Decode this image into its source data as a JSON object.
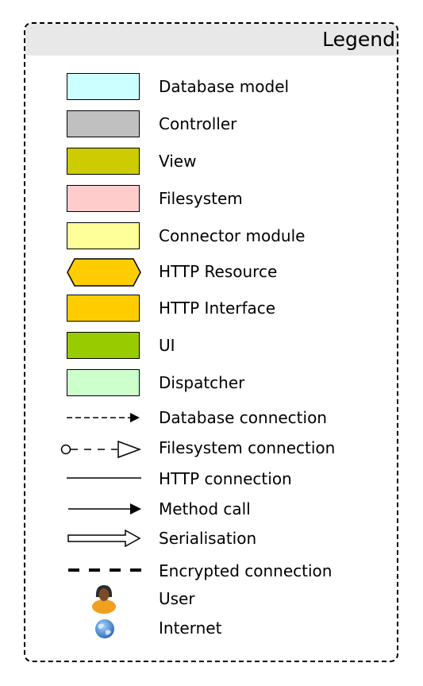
{
  "legend": {
    "title": "Legend",
    "boxes": [
      {
        "label": "Database model",
        "color": "#ccffff"
      },
      {
        "label": "Controller",
        "color": "#c0c0c0"
      },
      {
        "label": "View",
        "color": "#cccc00"
      },
      {
        "label": "Filesystem",
        "color": "#ffcccc"
      },
      {
        "label": "Connector module",
        "color": "#ffff99"
      },
      {
        "label": "HTTP Resource",
        "color": "#ffcc00"
      },
      {
        "label": "HTTP Interface",
        "color": "#ffcc00"
      },
      {
        "label": "UI",
        "color": "#99cc00"
      },
      {
        "label": "Dispatcher",
        "color": "#ccffcc"
      }
    ],
    "connections": [
      {
        "label": "Database connection"
      },
      {
        "label": "Filesystem connection"
      },
      {
        "label": "HTTP connection"
      },
      {
        "label": "Method call"
      },
      {
        "label": "Serialisation"
      },
      {
        "label": "Encrypted connection"
      }
    ],
    "icons": [
      {
        "label": "User",
        "icon": "user-icon",
        "skin": "#7a4a2a",
        "shirt": "#f0a020",
        "hair": "#2b2b2b"
      },
      {
        "label": "Internet",
        "icon": "globe-icon",
        "color": "#4a90d9"
      }
    ]
  }
}
